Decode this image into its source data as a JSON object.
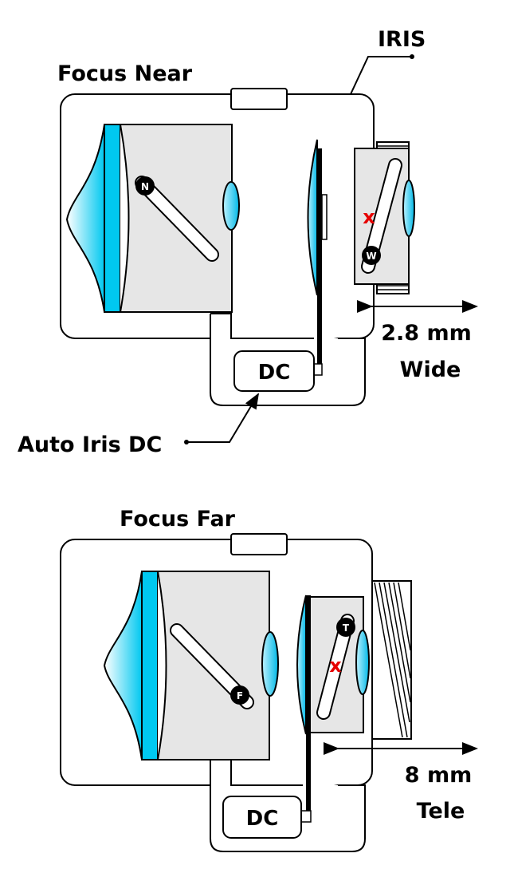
{
  "colors": {
    "lens_blue": "#00c8f0",
    "housing_gray": "#e6e6e6",
    "outline": "#000000",
    "x_mark": "#e60000"
  },
  "top_diagram": {
    "title": "Focus Near",
    "iris_label": "IRIS",
    "focus_knob": "N",
    "zoom_knob": "W",
    "x_mark": "x",
    "dc_box": "DC",
    "auto_iris_label": "Auto Iris DC",
    "focal_length": "2.8 mm",
    "zoom_state": "Wide"
  },
  "bottom_diagram": {
    "title": "Focus Far",
    "focus_knob": "F",
    "zoom_knob": "T",
    "x_mark": "x",
    "dc_box": "DC",
    "focal_length": "8 mm",
    "zoom_state": "Tele"
  }
}
